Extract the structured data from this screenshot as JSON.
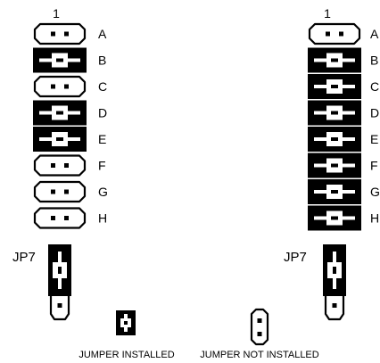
{
  "left_block": {
    "pin1_label": "1",
    "jumper_label": "JP7",
    "rows": [
      {
        "letter": "A",
        "installed": false
      },
      {
        "letter": "B",
        "installed": true
      },
      {
        "letter": "C",
        "installed": false
      },
      {
        "letter": "D",
        "installed": true
      },
      {
        "letter": "E",
        "installed": true
      },
      {
        "letter": "F",
        "installed": false
      },
      {
        "letter": "G",
        "installed": false
      },
      {
        "letter": "H",
        "installed": false
      }
    ],
    "jp7_installed": true
  },
  "right_block": {
    "pin1_label": "1",
    "jumper_label": "JP7",
    "rows": [
      {
        "letter": "A",
        "installed": false
      },
      {
        "letter": "B",
        "installed": true
      },
      {
        "letter": "C",
        "installed": true
      },
      {
        "letter": "D",
        "installed": true
      },
      {
        "letter": "E",
        "installed": true
      },
      {
        "letter": "F",
        "installed": true
      },
      {
        "letter": "G",
        "installed": true
      },
      {
        "letter": "H",
        "installed": true
      }
    ],
    "jp7_installed": true
  },
  "legend": {
    "installed_label": "JUMPER INSTALLED",
    "not_installed_label": "JUMPER NOT INSTALLED"
  }
}
